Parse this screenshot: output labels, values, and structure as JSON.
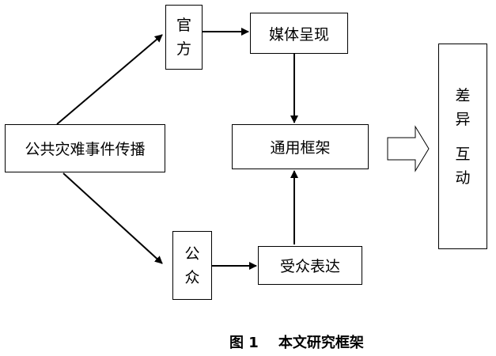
{
  "nodes": {
    "source": "公共灾难事件传播",
    "official_line1": "官",
    "official_line2": "方",
    "media": "媒体呈现",
    "general": "通用框架",
    "public_line1": "公",
    "public_line2": "众",
    "audience": "受众表达",
    "diff_line1": "差",
    "diff_line2": "异",
    "diff_line3": "互",
    "diff_line4": "动"
  },
  "caption": {
    "figure": "图 1",
    "title": "本文研究框架"
  }
}
